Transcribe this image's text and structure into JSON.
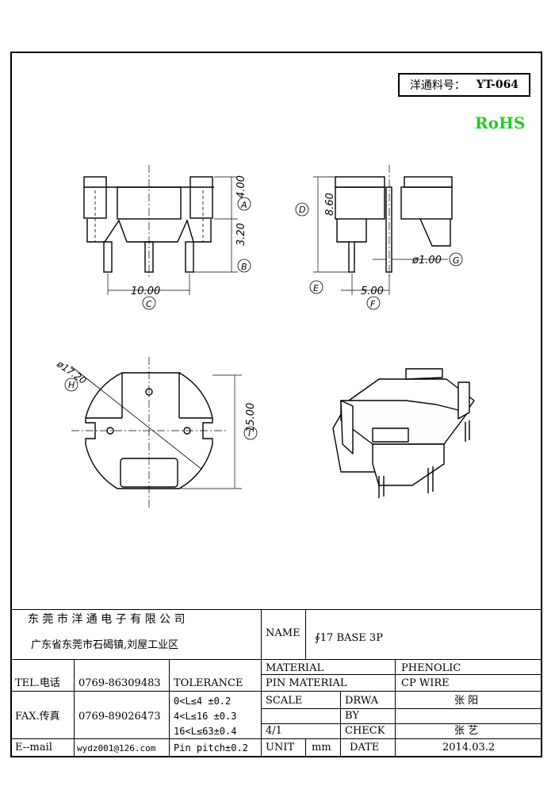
{
  "part_number": {
    "label": "洋通料号：",
    "value": "YT-064"
  },
  "rohs": "RoHS",
  "dims": {
    "A": "A",
    "B": "B",
    "C": "C",
    "D": "D",
    "E": "E",
    "F": "F",
    "G": "G",
    "H": "H",
    "I": "I",
    "dim_a": "4.00",
    "dim_b": "3.20",
    "dim_c": "10.00",
    "dim_d": "8.60",
    "dim_f": "5.00",
    "dim_g": "ø1.00",
    "dim_h": "ø17.20",
    "dim_i": "15.00"
  },
  "title_block": {
    "company": "东 莞 市 洋 通 电 子 有 限 公 司",
    "address": "广东省东莞市石碣镇,刘屋工业区",
    "name_label": "NAME",
    "name_value": "∮17 BASE 3P",
    "material_label": "MATERIAL",
    "material_value": "PHENOLIC",
    "pin_material_label": "PIN MATERIAL",
    "pin_material_value": "CP WIRE",
    "tel_label": "TEL.电话",
    "tel_value": "0769-86309483",
    "tolerance_label": "TOLERANCE",
    "fax_label": "FAX.传真",
    "fax_value": "0769-89026473",
    "tol1": "0<L≤4   ±0.2",
    "tol2": "4<L≤16  ±0.3",
    "tol3": "16<L≤63±0.4",
    "tol4": "Pin pitch±0.2",
    "scale_label": "SCALE",
    "scale_value": "4/1",
    "drawn_label_1": "DRWA",
    "drawn_label_2": "BY",
    "drawn_value": "张 阳",
    "check_label": "CHECK",
    "check_value": "张 艺",
    "email_label": "E--mail",
    "email_value": "wydz001@126.com",
    "unit_label": "UNIT",
    "unit_value": "mm",
    "date_label": "DATE",
    "date_value": "2014.03.2"
  }
}
